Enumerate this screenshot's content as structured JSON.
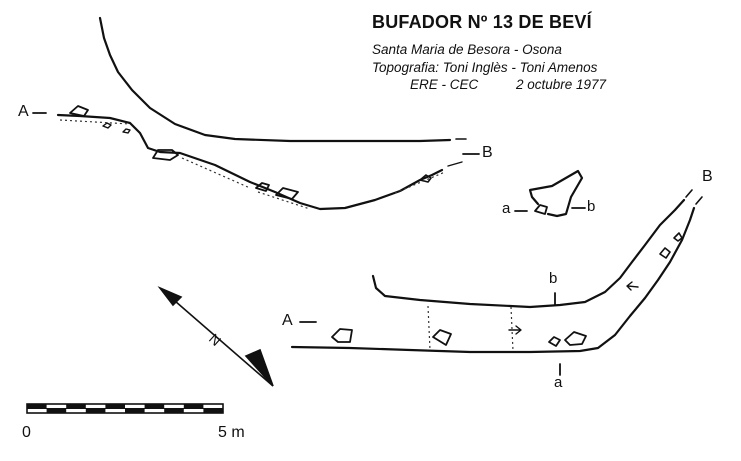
{
  "header": {
    "title": "BUFADOR Nº 13 DE BEVÍ",
    "location": "Santa Maria de Besora - Osona",
    "survey": "Topografia: Toni Inglès - Toni Amenos",
    "club": "ERE - CEC",
    "date": "2 octubre 1977"
  },
  "profile": {
    "start_label": "A",
    "end_label": "B"
  },
  "cross_section": {
    "left_label": "a",
    "right_label": "b"
  },
  "plan": {
    "entrance_label": "A",
    "end_label": "B",
    "section_upper_label": "b",
    "section_lower_label": "a"
  },
  "north_arrow": {
    "label": "N"
  },
  "scale_bar": {
    "start_label": "0",
    "end_label": "5 m",
    "segments": 10
  }
}
